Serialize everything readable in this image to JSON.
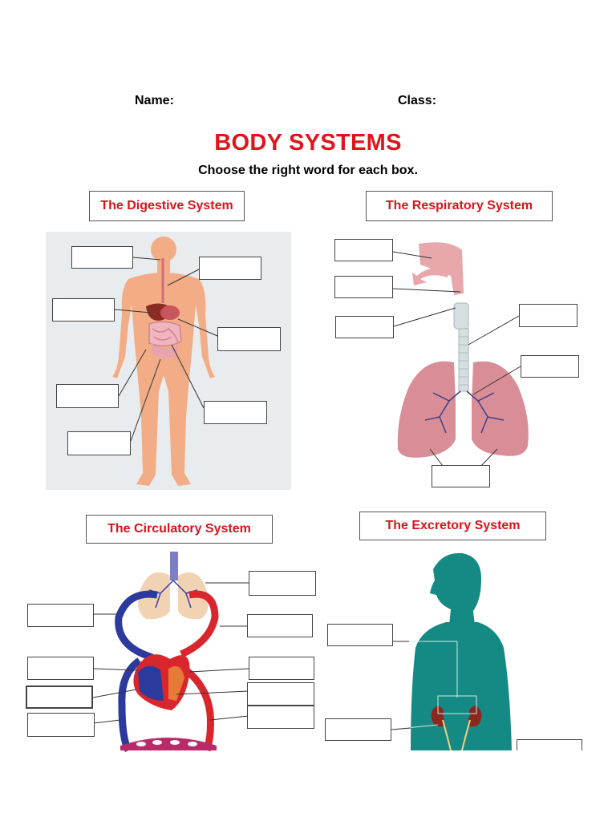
{
  "header": {
    "name_label": "Name:",
    "class_label": "Class:"
  },
  "title": "BODY SYSTEMS",
  "instructions": "Choose the right word for each box.",
  "systems": [
    {
      "title": "The Digestive System"
    },
    {
      "title": "The Respiratory System"
    },
    {
      "title": "The Circulatory System"
    },
    {
      "title": "The Excretory System"
    }
  ],
  "colors": {
    "title_red": "#e0141a",
    "skin": "#f2ad86",
    "lung_pink": "#d98e97",
    "artery_red": "#d9262c",
    "vein_blue": "#2b3a9c",
    "excretory_teal": "#158a85"
  }
}
